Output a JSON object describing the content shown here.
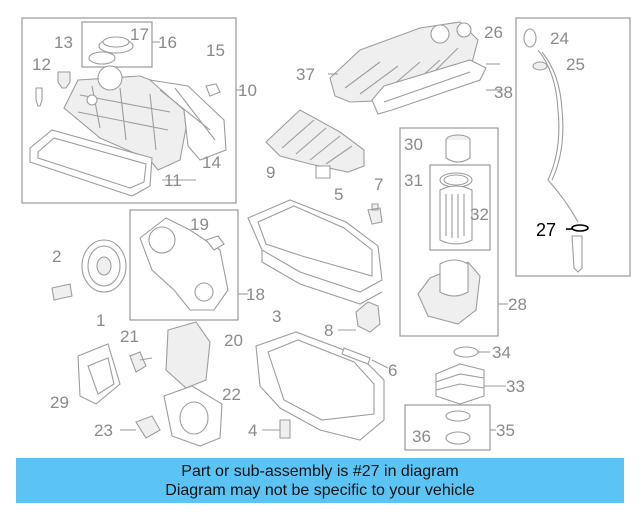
{
  "highlight_color": "#000000",
  "callout_color": "#8a8a8a",
  "caption_bg": "#5bc4f5",
  "highlighted_part": "27",
  "callouts": {
    "c1": "1",
    "c2": "2",
    "c3": "3",
    "c4": "4",
    "c5": "5",
    "c6": "6",
    "c7": "7",
    "c8": "8",
    "c9": "9",
    "c10": "10",
    "c11": "11",
    "c12": "12",
    "c13": "13",
    "c14": "14",
    "c15": "15",
    "c16": "16",
    "c17": "17",
    "c18": "18",
    "c19": "19",
    "c20": "20",
    "c21": "21",
    "c22": "22",
    "c23": "23",
    "c24": "24",
    "c25": "25",
    "c26": "26",
    "c27": "27",
    "c28": "28",
    "c29": "29",
    "c30": "30",
    "c31": "31",
    "c32": "32",
    "c33": "33",
    "c34": "34",
    "c35": "35",
    "c36": "36",
    "c37": "37",
    "c38": "38"
  },
  "caption": {
    "line1": "Part or sub-assembly is #27 in diagram",
    "line2": "Diagram may not be specific to your vehicle"
  }
}
